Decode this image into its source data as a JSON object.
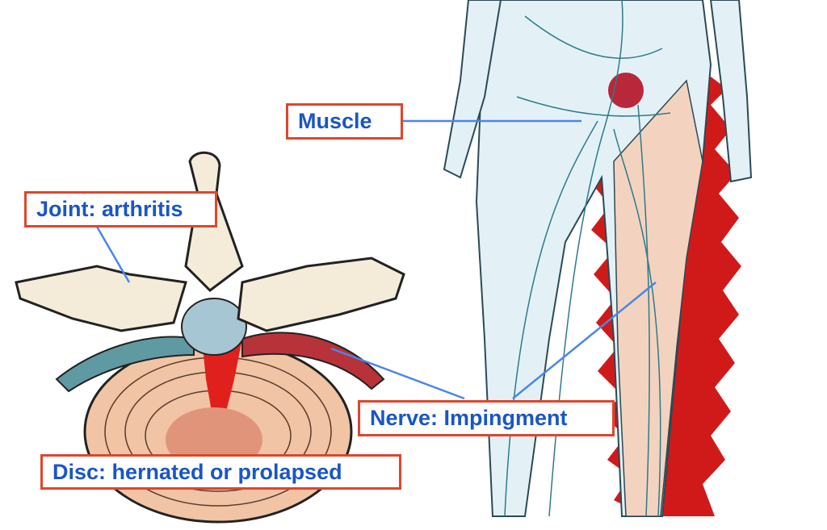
{
  "labels": {
    "muscle": "Muscle",
    "joint": "Joint: arthritis",
    "nerve": "Nerve: Impingment",
    "disc": "Disc: hernated or prolapsed"
  },
  "colors": {
    "label_text": "#1a56c4",
    "label_border": "#e0452a",
    "pain_red": "#d01a1a",
    "leader_line": "#4a86e8"
  }
}
